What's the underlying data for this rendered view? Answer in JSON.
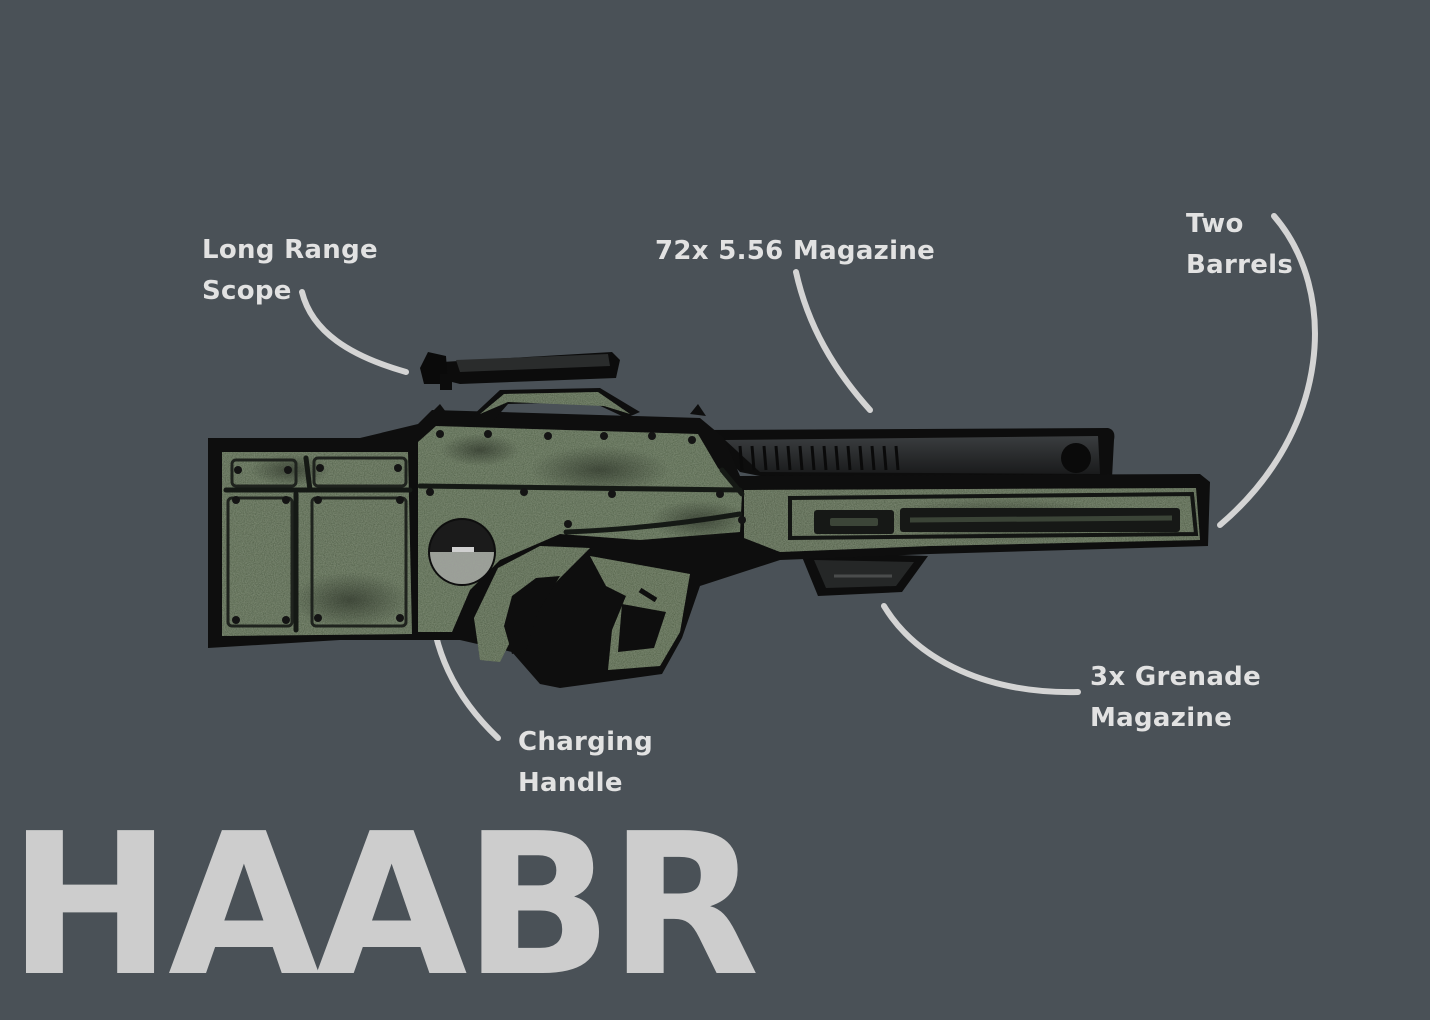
{
  "title": "HAABR",
  "callouts": {
    "scope": {
      "line1": "Long Range",
      "line2": "Scope"
    },
    "magazine": {
      "line1": "72x 5.56 Magazine"
    },
    "barrels": {
      "line1": "Two",
      "line2": "Barrels"
    },
    "charging": {
      "line1": "Charging",
      "line2": "Handle"
    },
    "grenade": {
      "line1": "3x Grenade",
      "line2": "Magazine"
    }
  },
  "colors": {
    "background": "#4a5157",
    "body_green": "#4a5940",
    "outline": "#0e0e0e",
    "callout_line": "#d4d4d4",
    "label_text": "#e2e2e2",
    "title_text": "#cdcdcd"
  }
}
